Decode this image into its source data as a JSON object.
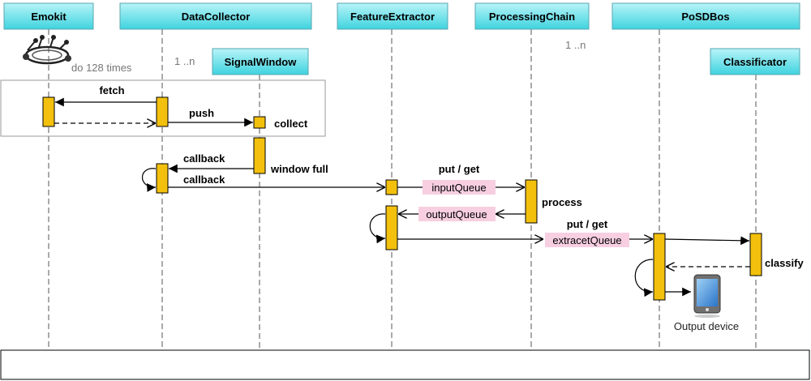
{
  "actors": {
    "emokit": "Emokit",
    "datacollector": "DataCollector",
    "signalwindow": "SignalWindow",
    "featureextractor": "FeatureExtractor",
    "processingchain": "ProcessingChain",
    "posdbos": "PoSDBos",
    "classificator": "Classificator"
  },
  "multiplicities": {
    "signalwindow": "1 ..n",
    "processingchain": "1 ..n"
  },
  "loop_label": "do 128 times",
  "messages": {
    "fetch": "fetch",
    "push": "push",
    "collect": "collect",
    "callback_1": "callback",
    "window_full": "window full",
    "callback_2": "callback",
    "put_get_1": "put / get",
    "process": "process",
    "put_get_2": "put / get",
    "classify": "classify"
  },
  "queues": {
    "input": "inputQueue",
    "output": "outputQueue",
    "extracet": "extracetQueue"
  },
  "output_device": "Output device",
  "colors": {
    "actor_fill_top": "#a9f0f5",
    "actor_fill_bottom": "#3fd3df",
    "activation": "#f3c10d",
    "queue_fill": "#f7cfe0"
  }
}
